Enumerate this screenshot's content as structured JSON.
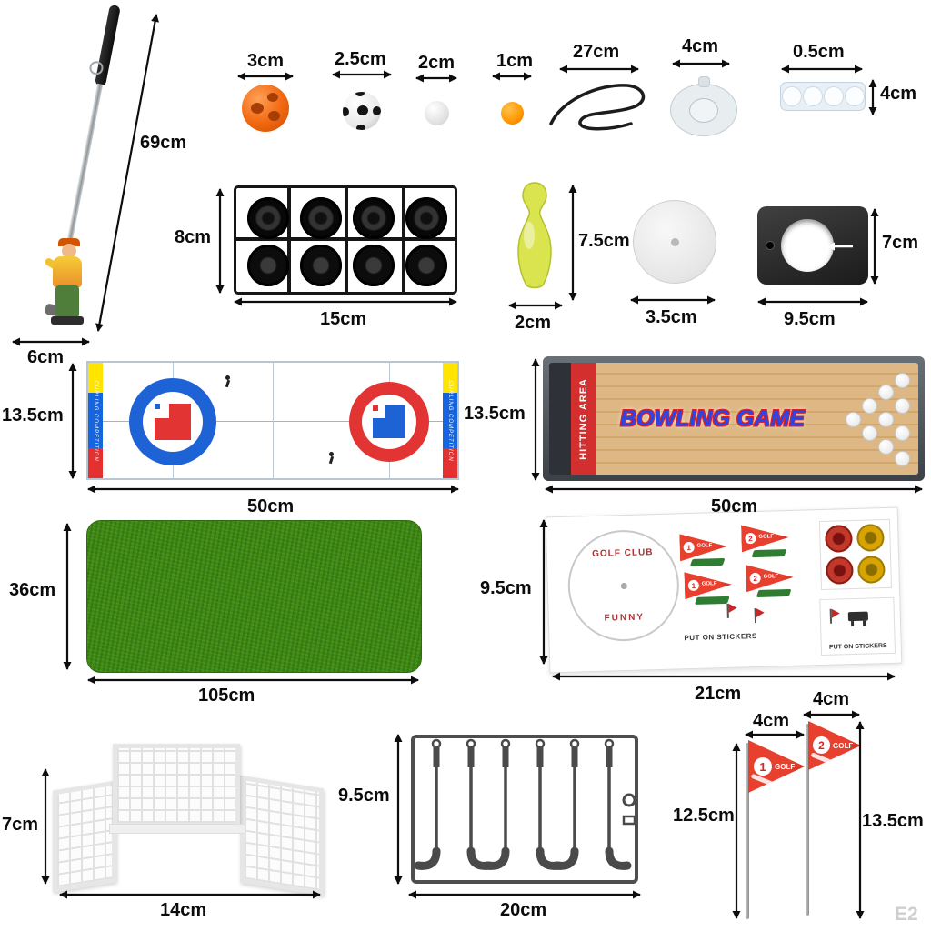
{
  "watermark": "E2",
  "club_item": {
    "height": "69cm",
    "base_width": "6cm"
  },
  "top_row": {
    "orange_ball": "3cm",
    "soccer_ball": "2.5cm",
    "white_ball": "2cm",
    "small_ball": "1cm",
    "rope": "27cm",
    "suction_cup": "4cm",
    "sucker_strip_width": "0.5cm",
    "sucker_strip_height": "4cm"
  },
  "puck_sprue": {
    "height": "8cm",
    "width": "15cm"
  },
  "bowling_pin": {
    "height": "7.5cm",
    "width": "2cm"
  },
  "white_disc": {
    "width": "3.5cm"
  },
  "hole_piece": {
    "height": "7cm",
    "width": "9.5cm"
  },
  "curling_board": {
    "height": "13.5cm",
    "width": "50cm",
    "edge_text": "CURLING COMPETITION"
  },
  "bowling_lane": {
    "height": "13.5cm",
    "width": "50cm",
    "title": "BOWLING GAME",
    "side_text": "HITTING AREA"
  },
  "grass_mat": {
    "height": "36cm",
    "width": "105cm"
  },
  "sticker_sheet": {
    "height": "9.5cm",
    "width": "21cm",
    "circle_text_top": "GOLF CLUB",
    "circle_text_bottom": "FUNNY",
    "note_left": "PUT ON STICKERS",
    "note_right": "PUT ON STICKERS",
    "flags": [
      {
        "number": "1",
        "label": "GOLF"
      },
      {
        "number": "2",
        "label": "GOLF"
      },
      {
        "number": "1",
        "label": "GOLF"
      },
      {
        "number": "2",
        "label": "GOLF"
      }
    ]
  },
  "goal_net": {
    "height": "7cm",
    "width": "14cm"
  },
  "club_sprue": {
    "height": "9.5cm",
    "width": "20cm"
  },
  "flag_one": {
    "width": "4cm",
    "height": "12.5cm",
    "number": "1",
    "label": "GOLF"
  },
  "flag_two": {
    "width": "4cm",
    "height": "13.5cm",
    "number": "2",
    "label": "GOLF"
  },
  "colors": {
    "accent_red": "#e8402f",
    "lane_blue": "#2945e8",
    "grass_green": "#3e8b13"
  }
}
